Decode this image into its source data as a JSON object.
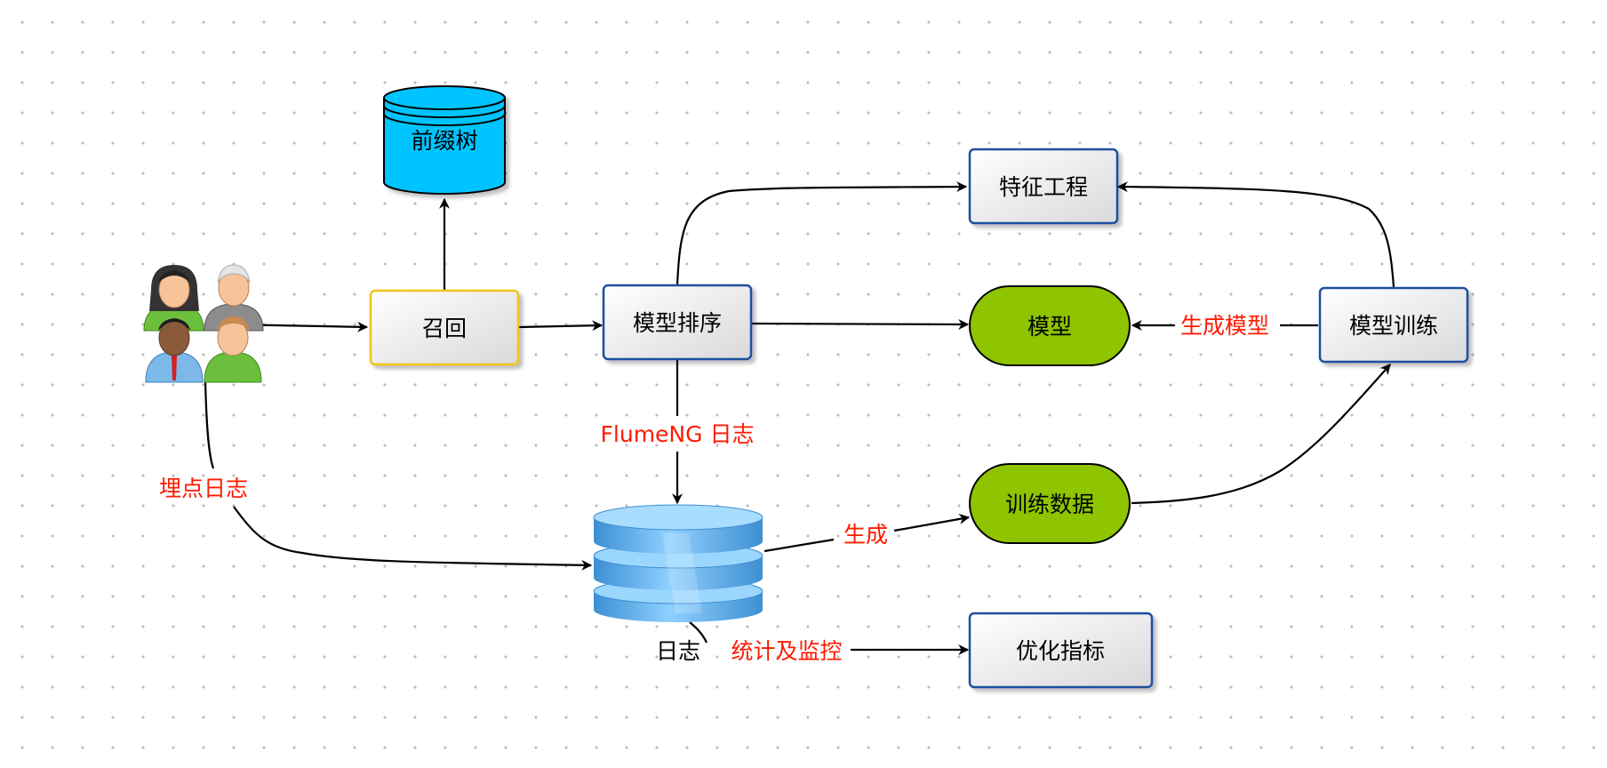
{
  "nodes": {
    "prefix_tree": "前缀树",
    "recall": "召回",
    "model_ranking": "模型排序",
    "feature_engineering": "特征工程",
    "model": "模型",
    "model_training": "模型训练",
    "training_data": "训练数据",
    "log": "日志",
    "optimization_metrics": "优化指标"
  },
  "edge_labels": {
    "flume_log": "FlumeNG 日志",
    "tracking_log": "埋点日志",
    "generate": "生成",
    "generate_model": "生成模型",
    "stats_monitoring": "统计及监控"
  },
  "colors": {
    "accent_label": "#ff1a00",
    "process_border": "#1f4fa0",
    "recall_border": "#f0c419",
    "terminal_fill": "#8ec400",
    "cylinder_fill": "#00c4ff",
    "log_db_fill": "#5aaee8"
  },
  "icons": {
    "users": "users-group-icon",
    "log_database": "database-stack-icon"
  }
}
